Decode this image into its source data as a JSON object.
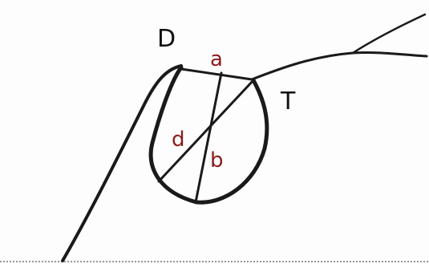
{
  "labels": {
    "top_left_point": "D",
    "right_point": "T",
    "segment_top": "a",
    "segment_left": "d",
    "segment_right": "b"
  },
  "colors": {
    "ink": "#1a1a1a",
    "segment_labels": "#8b1c1c"
  }
}
